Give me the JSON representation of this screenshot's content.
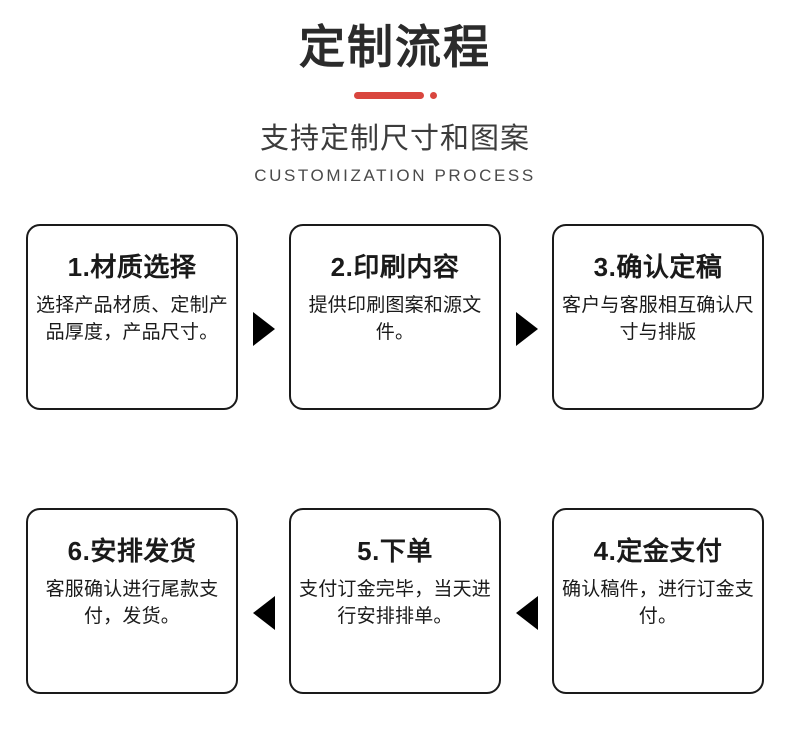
{
  "header": {
    "title": "定制流程",
    "subtitle_cn": "支持定制尺寸和图案",
    "subtitle_en": "CUSTOMIZATION PROCESS",
    "accent_color": "#d9463e"
  },
  "flow": {
    "row1": [
      {
        "title": "1.材质选择",
        "desc": "选择产品材质、定制产品厚度，产品尺寸。"
      },
      {
        "title": "2.印刷内容",
        "desc": "提供印刷图案和源文件。"
      },
      {
        "title": "3.确认定稿",
        "desc": "客户与客服相互确认尺寸与排版"
      }
    ],
    "row2": [
      {
        "title": "6.安排发货",
        "desc": "客服确认进行尾款支付，发货。"
      },
      {
        "title": "5.下单",
        "desc": "支付订金完毕，当天进行安排排单。"
      },
      {
        "title": "4.定金支付",
        "desc": "确认稿件，进行订金支付。"
      }
    ],
    "arrow_color": "#000000"
  }
}
